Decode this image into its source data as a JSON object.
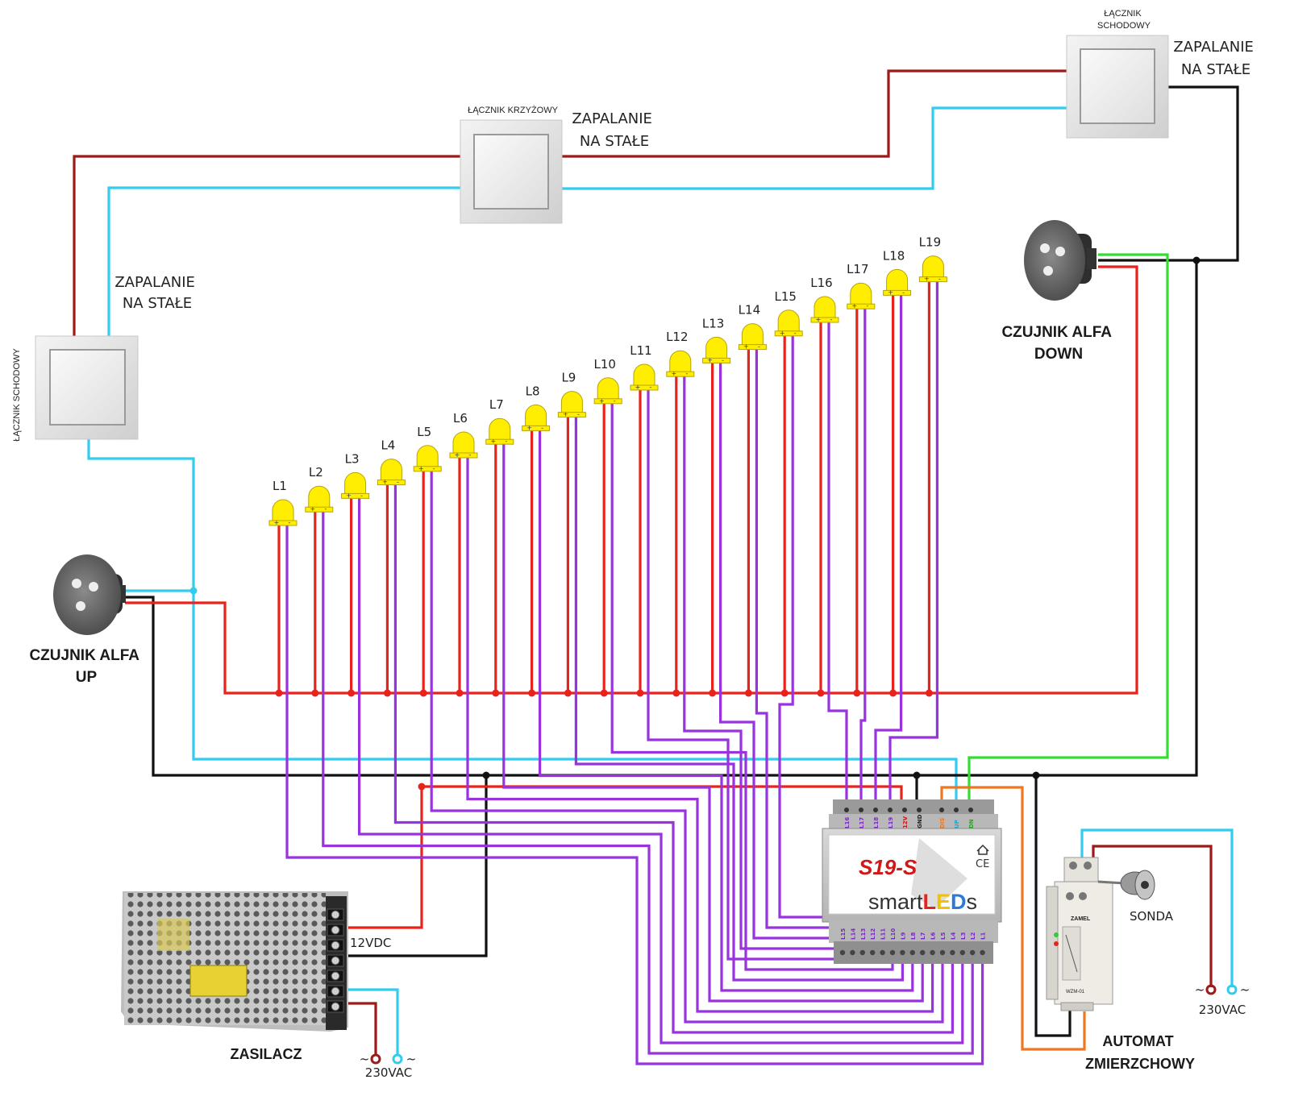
{
  "switch_labels": {
    "top_right": "ŁĄCZNIK SCHODOWY",
    "middle": "ŁĄCZNIK KRZYŻOWY",
    "left_vertical": "ŁĄCZNIK SCHODOWY"
  },
  "annotations": {
    "zapalanie_middle": [
      "ZAPALANIE",
      "NA STAŁE"
    ],
    "zapalanie_right": [
      "ZAPALANIE",
      "NA STAŁE"
    ],
    "zapalanie_left": [
      "ZAPALANIE",
      "NA STAŁE"
    ]
  },
  "sensors": {
    "up": [
      "CZUJNIK ALFA",
      "UP"
    ],
    "down": [
      "CZUJNIK ALFA",
      "DOWN"
    ]
  },
  "leds": [
    "L1",
    "L2",
    "L3",
    "L4",
    "L5",
    "L6",
    "L7",
    "L8",
    "L9",
    "L10",
    "L11",
    "L12",
    "L13",
    "L14",
    "L15",
    "L16",
    "L17",
    "L18",
    "L19"
  ],
  "controller": {
    "model": "S19-S",
    "brand_smart": "smart",
    "brand_leds": "LED",
    "brand_s": "s",
    "ce": "CE",
    "top_terminals": [
      "L16",
      "L17",
      "L18",
      "L19",
      "12V",
      "GND",
      "DIS",
      "UP",
      "DN"
    ],
    "bottom_terminals": [
      "L15",
      "L14",
      "L13",
      "L12",
      "L11",
      "L10",
      "L9",
      "L8",
      "L7",
      "L6",
      "L5",
      "L4",
      "L3",
      "L2",
      "L1"
    ]
  },
  "power_supply": {
    "label": "ZASILACZ",
    "output": "12VDC",
    "input": "230VAC"
  },
  "twilight": {
    "label": [
      "AUTOMAT",
      "ZMIERZCHOWY"
    ],
    "probe": "SONDA",
    "input": "230VAC",
    "brand": "ZAMEL",
    "model": "WZM-01"
  },
  "colors": {
    "red": "#e8231c",
    "dark_red": "#9c1a1a",
    "cyan": "#33ccee",
    "purple": "#9933dd",
    "black": "#111111",
    "green": "#33dd33",
    "orange": "#ee7722",
    "led_yellow": "#ffee00"
  }
}
